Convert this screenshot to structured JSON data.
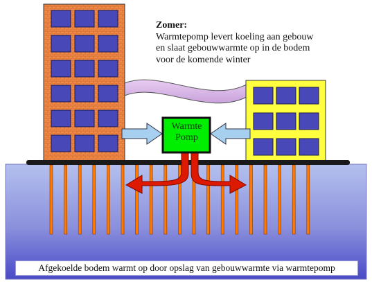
{
  "caption": {
    "title": "Zomer:",
    "lines": [
      "Warmtepomp levert koeling aan gebouw",
      "en slaat gebouwwarmte op in de bodem",
      "voor de komende winter"
    ]
  },
  "pump": {
    "line1": "Warmte",
    "line2": "Pomp"
  },
  "footer": "Afgekoelde bodem warmt op door opslag van gebouwwarmte via warmtepomp",
  "colors": {
    "tall_building": "#ee8a4a",
    "short_building": "#ffff40",
    "window": "#4848b8",
    "pump_fill": "#00ee00",
    "arrow": "#dd1a00",
    "side_arrow": "#a6cff0",
    "pipe": "#d9b8e6",
    "ground_top": "#a9b7ea",
    "ground_bottom": "#4545c4",
    "pile": "#ff7800"
  }
}
